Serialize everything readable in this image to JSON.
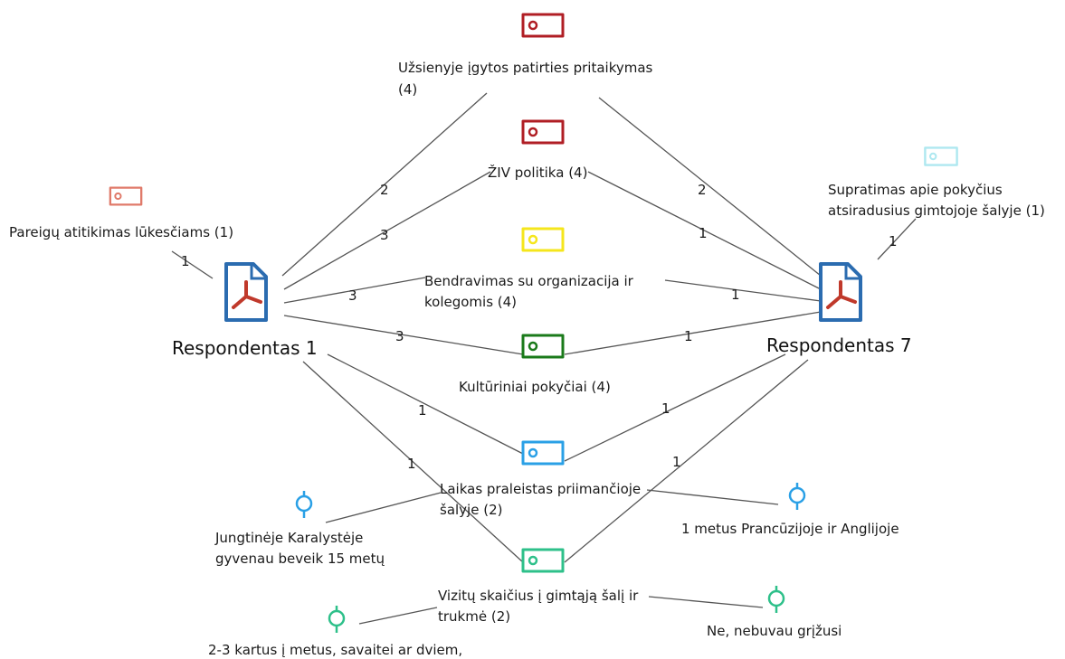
{
  "documents": {
    "resp1": {
      "label": "Respondentas 1",
      "color": "#2b6cb0",
      "icon": "pdf-document-icon"
    },
    "resp7": {
      "label": "Respondentas 7",
      "color": "#2b6cb0",
      "icon": "pdf-document-icon"
    }
  },
  "codes": {
    "uzsienyje": {
      "line1": "Užsienyje įgytos patirties pritaikymas",
      "line2": "(4)",
      "color": "#b01e24",
      "icon": "code-tag-icon"
    },
    "ziv": {
      "line1": "ŽIV politika (4)",
      "color": "#b01e24",
      "icon": "code-tag-icon"
    },
    "bendravimas": {
      "line1": "Bendravimas su organizacija ir",
      "line2": "kolegomis (4)",
      "color": "#f5e61c",
      "icon": "code-tag-icon"
    },
    "kulturiniai": {
      "line1": "Kultūriniai pokyčiai (4)",
      "color": "#1a7a1a",
      "icon": "code-tag-icon"
    },
    "laikas": {
      "line1": "Laikas praleistas priimančioje",
      "line2": "šalyje (2)",
      "color": "#2aa0e6",
      "icon": "code-tag-icon"
    },
    "vizitu": {
      "line1": "Vizitų skaičius  į gimtąją šalį ir",
      "line2": "trukmė (2)",
      "color": "#2ec08a",
      "icon": "code-tag-icon"
    },
    "pareigu": {
      "line1": "Pareigų atitikimas lūkesčiams (1)",
      "color": "#e07a6a",
      "icon": "code-tag-icon"
    },
    "supratimas": {
      "line1": "Supratimas apie pokyčius",
      "line2": "atsiradusius gimtojoje šalyje (1)",
      "color": "#aee8f0",
      "icon": "code-tag-icon"
    }
  },
  "cases": {
    "jungtineje": {
      "line1": "Jungtinėje Karalystėje",
      "line2": "gyvenau beveik 15 metų",
      "color": "#2aa0e6",
      "icon": "case-pin-icon"
    },
    "metus": {
      "line1": "1 metus Prancūzijoje ir Anglijoje",
      "color": "#2aa0e6",
      "icon": "case-pin-icon"
    },
    "kartus": {
      "line1": "2-3 kartus į metus, savaitei ar dviem,",
      "color": "#2ec08a",
      "icon": "case-pin-icon"
    },
    "ne": {
      "line1": "Ne, nebuvau grįžusi",
      "color": "#2ec08a",
      "icon": "case-pin-icon"
    }
  },
  "edge_weights": {
    "resp1_uzsienyje": "2",
    "resp7_uzsienyje": "2",
    "resp1_ziv": "3",
    "resp7_ziv": "1",
    "resp1_bendravimas": "3",
    "resp7_bendravimas": "1",
    "resp1_kulturiniai": "3",
    "resp7_kulturiniai": "1",
    "resp1_laikas": "1",
    "resp7_laikas": "1",
    "resp1_vizitu": "1",
    "resp7_vizitu": "1",
    "resp1_pareigu": "1",
    "resp7_supratimas": "1"
  }
}
